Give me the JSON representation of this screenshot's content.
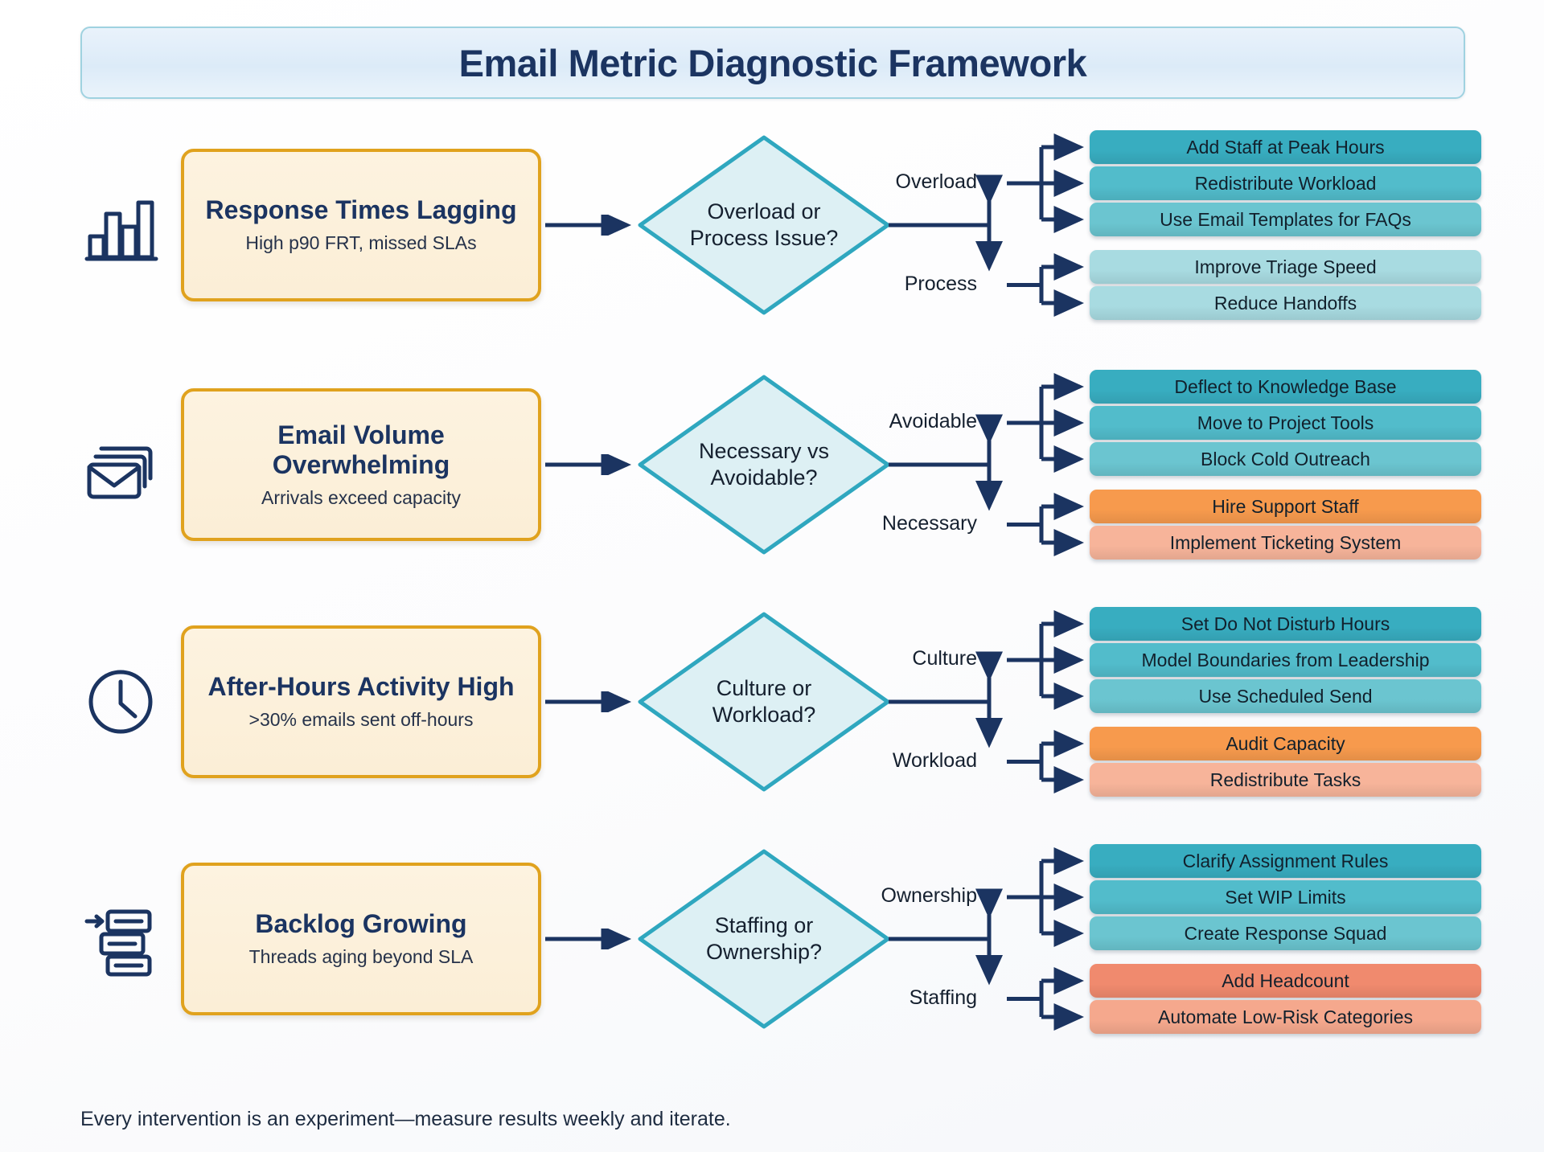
{
  "title": "Email Metric Diagnostic Framework",
  "footer": "Every intervention is an experiment—measure results weekly and iterate.",
  "colors": {
    "title_text": "#1b3461",
    "title_border": "#9fd2e0",
    "problem_border": "#e0a21e",
    "problem_fill": "#fbeed6",
    "diamond_border": "#2fa7bf",
    "diamond_fill": "#ddf0f4",
    "arrow": "#1b3461",
    "teal_dark": "#38adc0",
    "teal_mid": "#5cbecd",
    "teal_light": "#9fd7de",
    "orange_dark": "#f79a4d",
    "orange_light": "#f6b396",
    "orange_red": "#f08a6e",
    "icon": "#1b3461"
  },
  "rows": [
    {
      "icon": "bar-chart-icon",
      "problem_title": "Response Times Lagging",
      "problem_subtitle": "High p90 FRT, missed SLAs",
      "decision": "Overload or Process Issue?",
      "branches": [
        {
          "label": "Overload",
          "actions": [
            {
              "text": "Add Staff at Peak Hours",
              "color": "#38adc0"
            },
            {
              "text": "Redistribute Workload",
              "color": "#52bccb"
            },
            {
              "text": "Use Email Templates for FAQs",
              "color": "#6bc5d0"
            }
          ]
        },
        {
          "label": "Process",
          "actions": [
            {
              "text": "Improve Triage Speed",
              "color": "#a8dbe1"
            },
            {
              "text": "Reduce Handoffs",
              "color": "#a8dbe1"
            }
          ]
        }
      ]
    },
    {
      "icon": "stacked-envelopes-icon",
      "problem_title": "Email Volume Overwhelming",
      "problem_subtitle": "Arrivals exceed capacity",
      "decision": "Necessary vs Avoidable?",
      "branches": [
        {
          "label": "Avoidable",
          "actions": [
            {
              "text": "Deflect to Knowledge Base",
              "color": "#38adc0"
            },
            {
              "text": "Move to Project Tools",
              "color": "#52bccb"
            },
            {
              "text": "Block Cold Outreach",
              "color": "#6bc5d0"
            }
          ]
        },
        {
          "label": "Necessary",
          "actions": [
            {
              "text": "Hire Support Staff",
              "color": "#f79a4d"
            },
            {
              "text": "Implement Ticketing System",
              "color": "#f7b49a"
            }
          ]
        }
      ]
    },
    {
      "icon": "clock-icon",
      "problem_title": "After-Hours Activity High",
      "problem_subtitle": ">30% emails sent off-hours",
      "decision": "Culture or Workload?",
      "branches": [
        {
          "label": "Culture",
          "actions": [
            {
              "text": "Set Do Not Disturb Hours",
              "color": "#38adc0"
            },
            {
              "text": "Model Boundaries from Leadership",
              "color": "#52bccb"
            },
            {
              "text": "Use Scheduled Send",
              "color": "#6bc5d0"
            }
          ]
        },
        {
          "label": "Workload",
          "actions": [
            {
              "text": "Audit Capacity",
              "color": "#f79a4d"
            },
            {
              "text": "Redistribute Tasks",
              "color": "#f7b49a"
            }
          ]
        }
      ]
    },
    {
      "icon": "backlog-stack-icon",
      "problem_title": "Backlog Growing",
      "problem_subtitle": "Threads aging beyond SLA",
      "decision": "Staffing or Ownership?",
      "branches": [
        {
          "label": "Ownership",
          "actions": [
            {
              "text": "Clarify Assignment Rules",
              "color": "#38adc0"
            },
            {
              "text": "Set WIP Limits",
              "color": "#52bccb"
            },
            {
              "text": "Create Response Squad",
              "color": "#6bc5d0"
            }
          ]
        },
        {
          "label": "Staffing",
          "actions": [
            {
              "text": "Add Headcount",
              "color": "#f08a6e"
            },
            {
              "text": "Automate Low-Risk Categories",
              "color": "#f5a88d"
            }
          ]
        }
      ]
    }
  ]
}
